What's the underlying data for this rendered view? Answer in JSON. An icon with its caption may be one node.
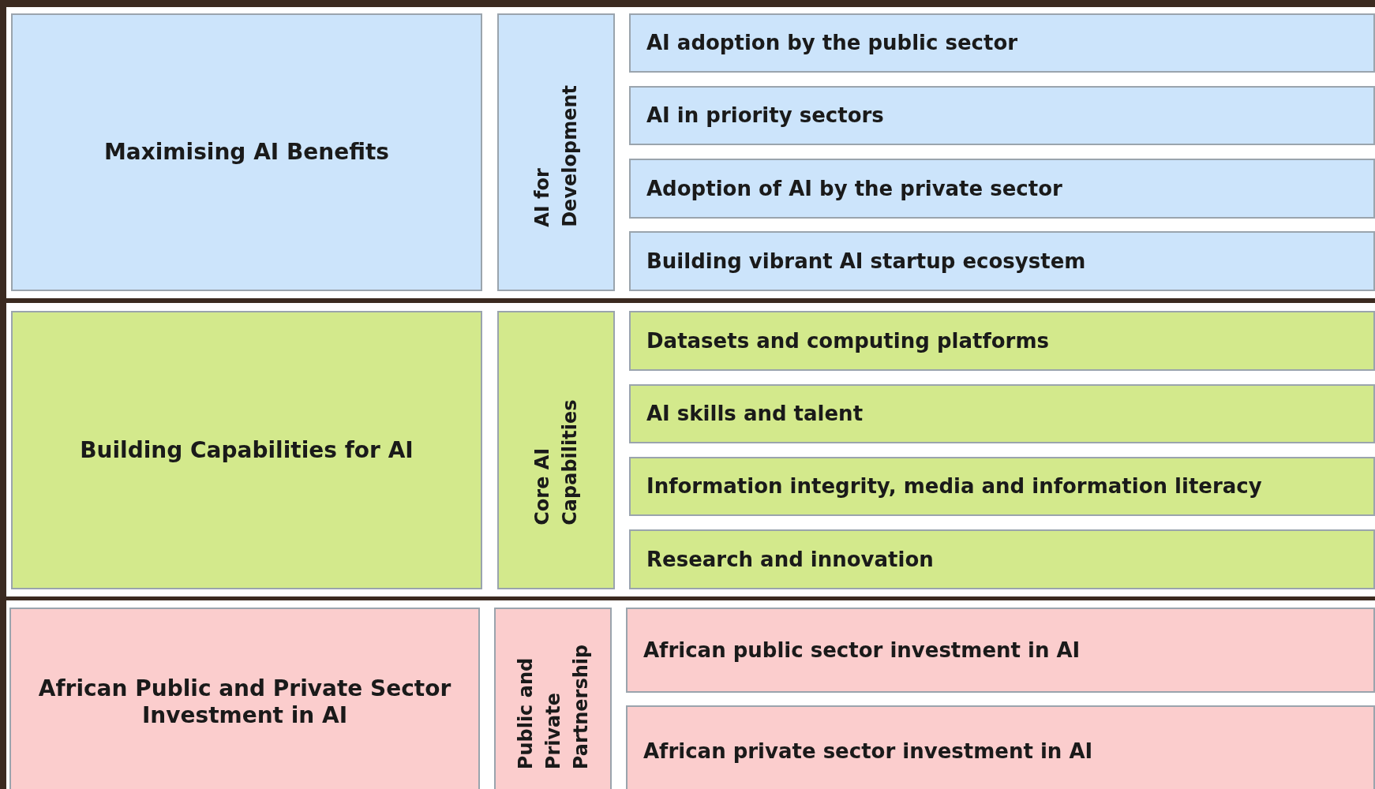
{
  "diagram": {
    "nodes": [
      {
        "text": [
          "Maximising AI Benefits"
        ]
      },
      {
        "text": [
          "AI for Development"
        ]
      },
      {
        "text": [
          "AI adoption by the public sector"
        ]
      },
      {
        "text": [
          "AI in priority sectors"
        ]
      },
      {
        "text": [
          "Adoption of AI by the private sector"
        ]
      },
      {
        "text": [
          "Building vibrant AI startup ecosystem"
        ]
      },
      {
        "text": [
          "Building Capabilities for AI"
        ]
      },
      {
        "text": [
          "Core AI Capabilities"
        ]
      },
      {
        "text": [
          "Datasets and computing platforms"
        ]
      },
      {
        "text": [
          "AI skills and talent"
        ]
      },
      {
        "text": [
          "Information integrity, media and information literacy"
        ]
      },
      {
        "text": [
          "Research and innovation"
        ]
      },
      {
        "text": [
          "African Public and Private Sector Investment in AI"
        ]
      },
      {
        "text": [
          "Public and Private Partnership"
        ]
      },
      {
        "text": [
          "African public sector investment in AI"
        ]
      },
      {
        "text": [
          "African private sector investment in AI"
        ]
      }
    ]
  }
}
